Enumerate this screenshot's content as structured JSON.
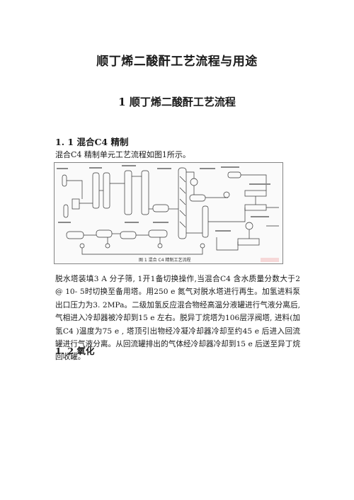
{
  "document": {
    "title": "顺丁烯二酸酐工艺流程与用途",
    "section_title": "1 顺丁烯二酸酐工艺流程",
    "subsection_1": "1. 1 混合C4 精制",
    "intro": "混合C4 精制单元工艺流程如图1所示。",
    "paragraph": "脱水塔装填3 A 分子筛, 1开1备切换操作,当混合C4 含水质量分数大于2 @ 10- 5时切换至备用塔。用250 e 氮气对脱水塔进行再生。加氢进料泵出口压力为3. 2MPa。二级加氢反应混合物经高温分液罐进行气液分离后, 气相进入冷却器被冷却到15 e 左右。脱异丁烷塔为106层浮阀塔, 进料(加氢C4 )温度为75 e , 塔顶引出物经冷凝冷却器冷却至约45 e 后进入回流罐进行气液分离。从回流罐排出的气体经冷却器冷却到15 e 后送至异丁烷回收罐。",
    "subsection_2": "1. 2 氧化"
  },
  "figure": {
    "caption": "图 1  混合 C4 精制工艺流程"
  }
}
